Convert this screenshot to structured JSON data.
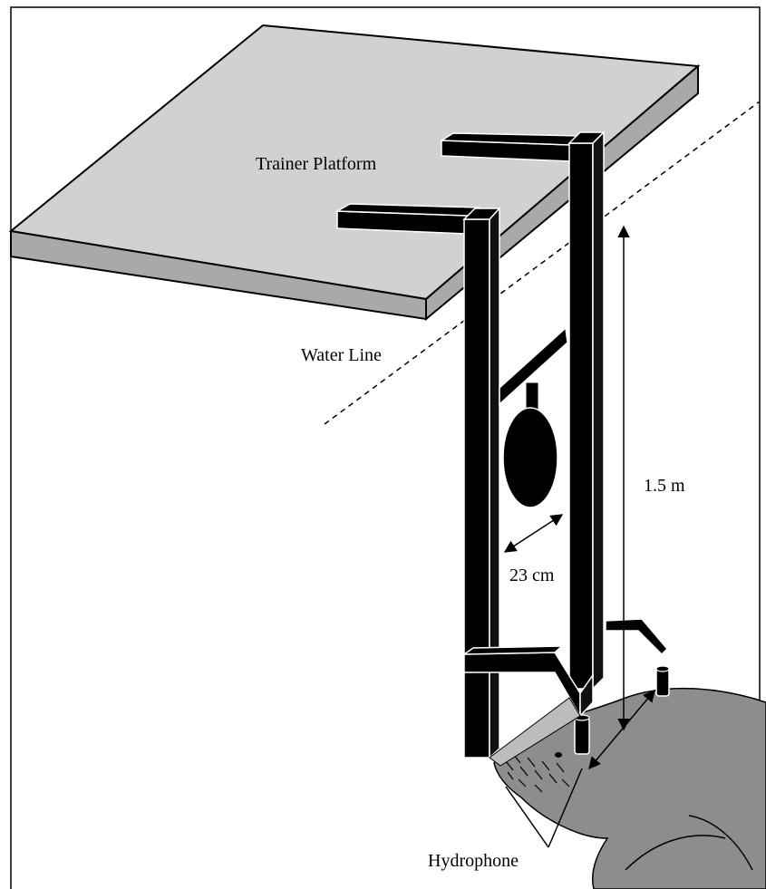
{
  "labels": {
    "trainer_platform": "Trainer Platform",
    "water_line": "Water Line",
    "height": "1.5 m",
    "width": "23 cm",
    "hydrophone": "Hydrophone"
  },
  "colors": {
    "platform_top": "#d0d0d0",
    "platform_side": "#a9a9a9",
    "apparatus": "#000000",
    "animal": "#8c8c8c",
    "background": "#ffffff"
  },
  "icons": {
    "dimension_arrows": "double-headed-arrow",
    "target": "ellipse-target"
  }
}
